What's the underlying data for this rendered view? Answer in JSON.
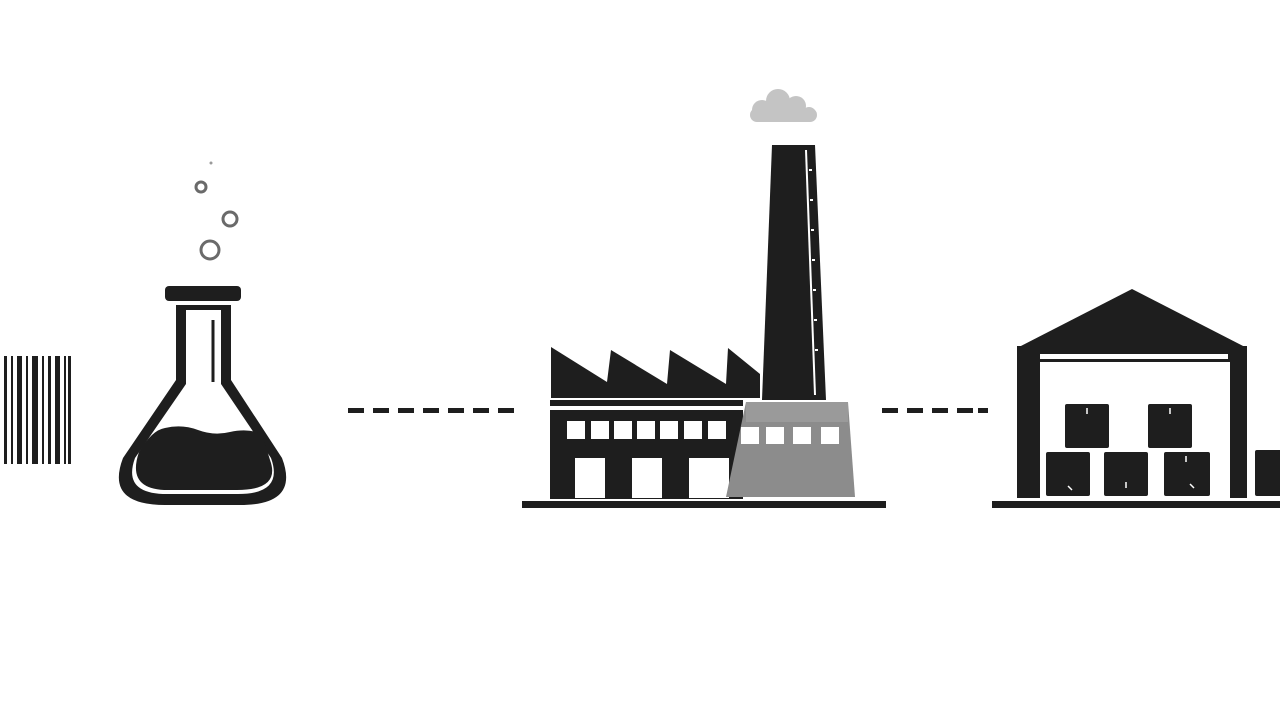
{
  "diagram": {
    "type": "supply-chain-illustration",
    "stages": [
      {
        "id": "barcode",
        "icon": "barcode-icon"
      },
      {
        "id": "lab",
        "icon": "flask-icon"
      },
      {
        "id": "factory",
        "icon": "factory-icon"
      },
      {
        "id": "warehouse",
        "icon": "warehouse-icon"
      }
    ],
    "connectors": [
      {
        "from": "lab",
        "to": "factory",
        "style": "dashed"
      },
      {
        "from": "factory",
        "to": "warehouse",
        "style": "dashed"
      }
    ]
  },
  "colors": {
    "background": "#ffffff",
    "ink": "#1e1e1e",
    "gray": "#8c8c8c",
    "smoke": "#c4c4c4"
  }
}
